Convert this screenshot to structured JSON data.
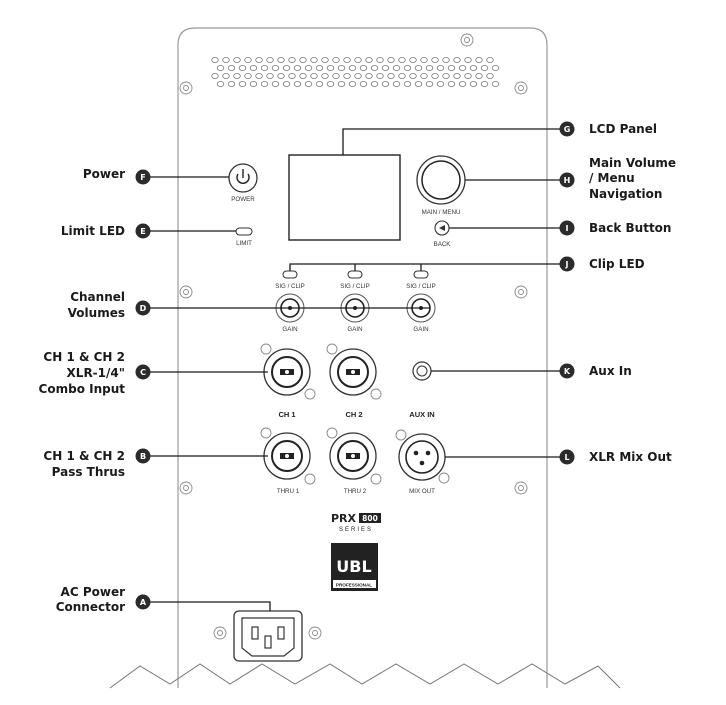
{
  "callouts": {
    "A": {
      "badge": "A",
      "label_lines": [
        "AC Power",
        "Connector"
      ]
    },
    "B": {
      "badge": "B",
      "label_lines": [
        "CH 1 & CH 2",
        "Pass Thrus"
      ]
    },
    "C": {
      "badge": "C",
      "label_lines": [
        "CH 1 & CH 2",
        "XLR-1/4\"",
        "Combo Input"
      ]
    },
    "D": {
      "badge": "D",
      "label_lines": [
        "Channel",
        "Volumes"
      ]
    },
    "E": {
      "badge": "E",
      "label_lines": [
        "Limit LED"
      ]
    },
    "F": {
      "badge": "F",
      "label_lines": [
        "Power"
      ]
    },
    "G": {
      "badge": "G",
      "label_lines": [
        "LCD Panel"
      ]
    },
    "H": {
      "badge": "H",
      "label_lines": [
        "Main Volume",
        "/ Menu",
        "Navigation"
      ]
    },
    "I": {
      "badge": "I",
      "label_lines": [
        "Back Button"
      ]
    },
    "J": {
      "badge": "J",
      "label_lines": [
        "Clip LED"
      ]
    },
    "K": {
      "badge": "K",
      "label_lines": [
        "Aux In"
      ]
    },
    "L": {
      "badge": "L",
      "label_lines": [
        "XLR Mix Out"
      ]
    }
  },
  "panel_labels": {
    "power": "POWER",
    "limit": "LIMIT",
    "main_menu": "MAIN / MENU",
    "back": "BACK",
    "sig_clip": "SIG / CLIP",
    "gain": "GAIN",
    "ch1": "CH 1",
    "ch2": "CH 2",
    "aux_in": "AUX IN",
    "thru1": "THRU 1",
    "thru2": "THRU 2",
    "mix_out": "MIX OUT"
  },
  "branding": {
    "model": "PRX",
    "model_suffix": "800",
    "series": "SERIES",
    "brand": "UBL",
    "brand_sub": "PROFESSIONAL"
  },
  "colors": {
    "badge": "#2b2b2b",
    "ink": "#1a1a1a",
    "outline": "#9a9a9a"
  }
}
